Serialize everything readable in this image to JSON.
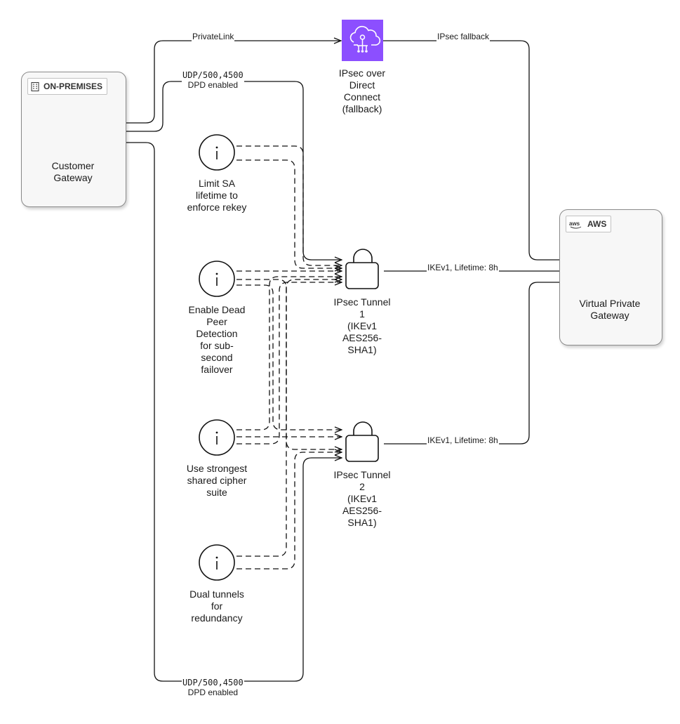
{
  "groups": {
    "onprem": {
      "label": "ON-PREMISES",
      "icon": "building-icon"
    },
    "aws": {
      "label": "AWS",
      "icon": "aws-logo-icon"
    }
  },
  "nodes": {
    "customer_gateway": {
      "label": [
        "Customer",
        "Gateway"
      ],
      "icon": "shield-icon"
    },
    "dx_fallback": {
      "label": [
        "IPsec over",
        "Direct",
        "Connect",
        "(fallback)"
      ],
      "icon": "cloud-network-icon",
      "color": "#8c4fff"
    },
    "vpg": {
      "label": [
        "Virtual Private",
        "Gateway"
      ],
      "icon": "lock-icon",
      "color": "#7b2fbe"
    },
    "tunnel1": {
      "label": [
        "IPsec Tunnel",
        "1",
        "(IKEv1",
        "AES256-",
        "SHA1)"
      ],
      "icon": "padlock-icon"
    },
    "tunnel2": {
      "label": [
        "IPsec Tunnel",
        "2",
        "(IKEv1",
        "AES256-",
        "SHA1)"
      ],
      "icon": "padlock-icon"
    },
    "note_sa": {
      "label": [
        "Limit SA",
        "lifetime to",
        "enforce rekey"
      ],
      "icon": "info-icon"
    },
    "note_dpd": {
      "label": [
        "Enable Dead",
        "Peer",
        "Detection",
        "for sub-",
        "second",
        "failover"
      ],
      "icon": "info-icon"
    },
    "note_cipher": {
      "label": [
        "Use strongest",
        "shared cipher",
        "suite"
      ],
      "icon": "info-icon"
    },
    "note_dual": {
      "label": [
        "Dual tunnels",
        "for",
        "redundancy"
      ],
      "icon": "info-icon"
    }
  },
  "edges": {
    "privatelink": "PrivateLink",
    "ipsec_fallback": "IPsec fallback",
    "tunnel1_top": [
      "UDP/500,4500",
      "DPD enabled"
    ],
    "tunnel2_bottom": [
      "UDP/500,4500",
      "DPD enabled"
    ],
    "ikev1_t1": "IKEv1, Lifetime: 8h",
    "ikev1_t2": "IKEv1, Lifetime: 8h"
  }
}
